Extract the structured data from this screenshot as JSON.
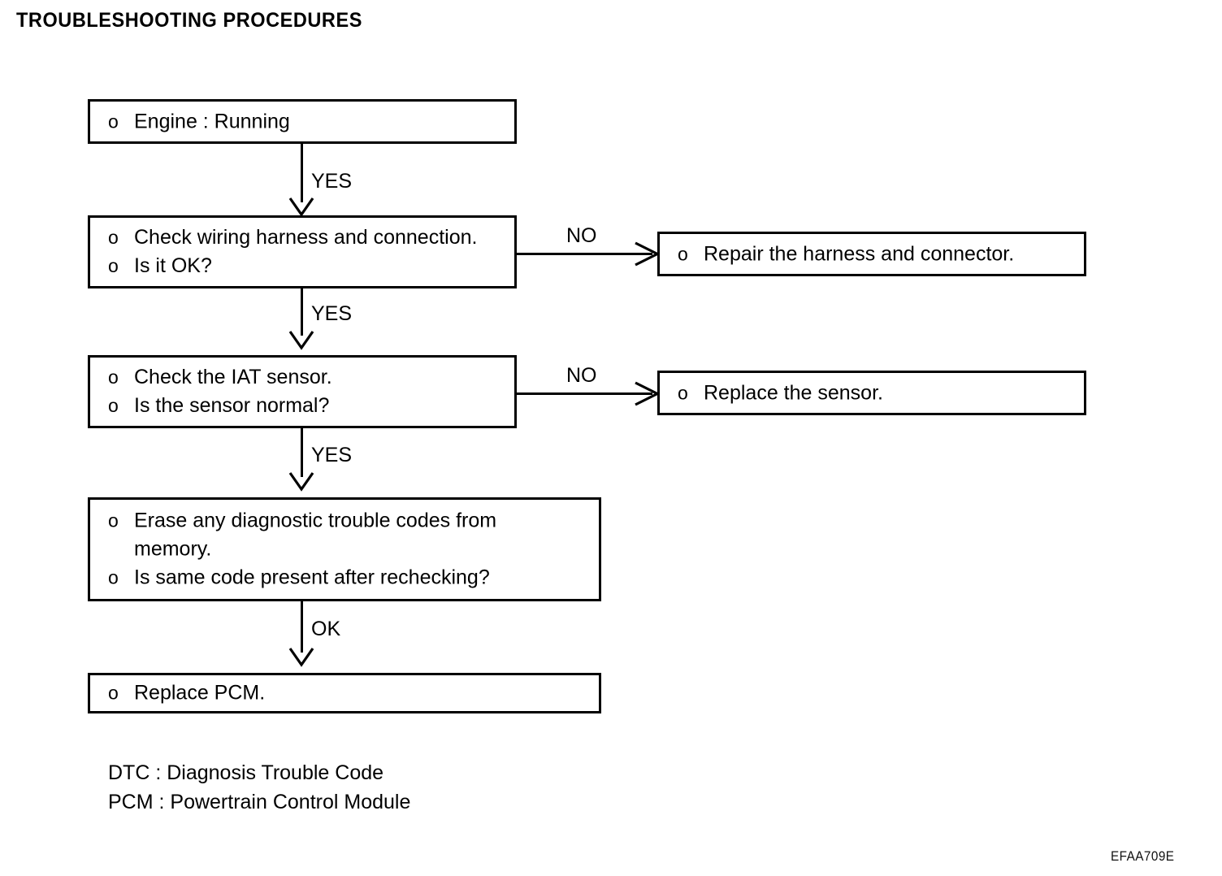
{
  "document": {
    "title": "TROUBLESHOOTING PROCEDURES",
    "figure_code": "EFAA709E"
  },
  "flowchart": {
    "type": "flowchart",
    "nodes": [
      {
        "id": "engine-running",
        "lines": [
          "Engine : Running"
        ],
        "bullet": "o"
      },
      {
        "id": "check-wiring-harness",
        "lines": [
          "Check wiring harness and connection.",
          "Is it OK?"
        ],
        "bullet": "o"
      },
      {
        "id": "repair-harness-connector",
        "lines": [
          "Repair the harness and connector."
        ],
        "bullet": "o"
      },
      {
        "id": "check-iat-sensor",
        "lines": [
          "Check the IAT sensor.",
          "Is the sensor normal?"
        ],
        "bullet": "o"
      },
      {
        "id": "replace-sensor",
        "lines": [
          "Replace the sensor."
        ],
        "bullet": "o"
      },
      {
        "id": "erase-codes",
        "lines": [
          "Erase any diagnostic trouble codes from memory.",
          "Is same code present after rechecking?"
        ],
        "bullet": "o"
      },
      {
        "id": "replace-pcm",
        "lines": [
          "Replace PCM."
        ],
        "bullet": "o"
      }
    ],
    "edges": [
      {
        "id": "engine-to-check-wiring",
        "label": "YES",
        "direction": "down"
      },
      {
        "id": "check-wiring-to-repair",
        "label": "NO",
        "direction": "right"
      },
      {
        "id": "check-wiring-to-iat",
        "label": "YES",
        "direction": "down"
      },
      {
        "id": "iat-to-replace-sensor",
        "label": "NO",
        "direction": "right"
      },
      {
        "id": "iat-to-erase-codes",
        "label": "YES",
        "direction": "down"
      },
      {
        "id": "erase-to-replace-pcm",
        "label": "OK",
        "direction": "down"
      }
    ]
  },
  "legend": {
    "lines": [
      "DTC : Diagnosis Trouble Code",
      "PCM : Powertrain Control Module"
    ]
  }
}
